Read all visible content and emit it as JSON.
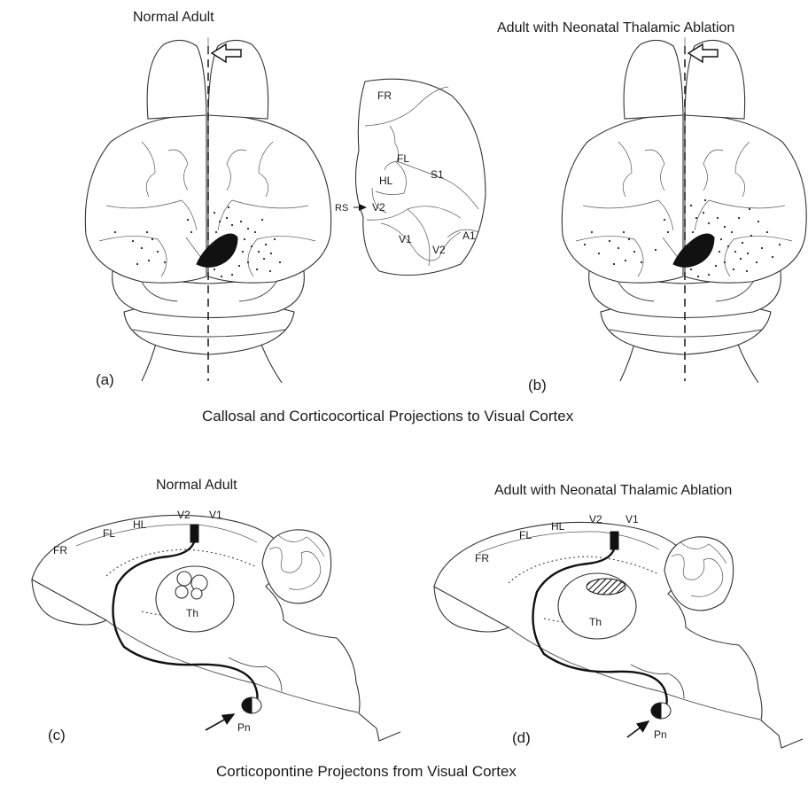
{
  "top": {
    "title_left": "Normal Adult",
    "title_right": "Adult with Neonatal Thalamic Ablation",
    "caption": "Callosal and Corticocortical Projections to Visual Cortex",
    "panel_a": "(a)",
    "panel_b": "(b)",
    "map_labels": {
      "fr": "FR",
      "fl": "FL",
      "hl": "HL",
      "s1": "S1",
      "rs": "RS",
      "v2_upper": "V2",
      "v1": "V1",
      "v2_lower": "V2",
      "a1": "A1"
    }
  },
  "bottom": {
    "title_left": "Normal Adult",
    "title_right": "Adult with Neonatal Thalamic Ablation",
    "caption": "Corticopontine Projectons from Visual Cortex",
    "panel_c": "(c)",
    "panel_d": "(d)",
    "left_labels": {
      "fr": "FR",
      "fl": "FL",
      "hl": "HL",
      "v2": "V2",
      "v1": "V1",
      "th": "Th",
      "pn": "Pn"
    },
    "right_labels": {
      "fr": "FR",
      "fl": "FL",
      "hl": "HL",
      "v2": "V2",
      "v1": "V1",
      "th": "Th",
      "pn": "Pn"
    }
  },
  "colors": {
    "ink": "#111111",
    "line": "#444444",
    "background": "#ffffff"
  }
}
